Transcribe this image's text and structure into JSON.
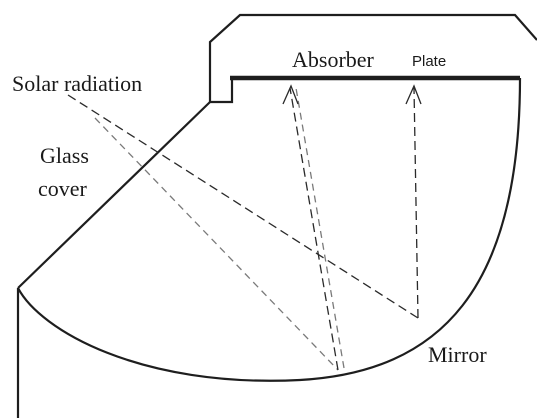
{
  "labels": {
    "absorber_main": "Absorber",
    "absorber_plate": "Plate",
    "solar_radiation": "Solar radiation",
    "glass_line1": "Glass",
    "glass_line2": "cover",
    "mirror": "Mirror"
  },
  "colors": {
    "outline": "#1e1e1e",
    "primary_ray": "#2a2a2a",
    "secondary_ray": "#7a7a7a"
  }
}
